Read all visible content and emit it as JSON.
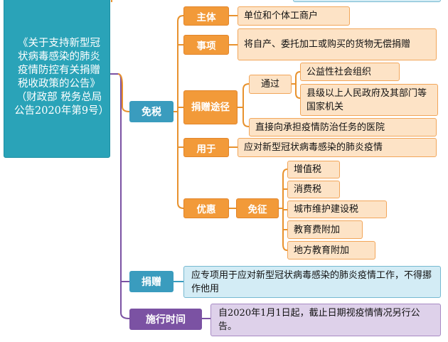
{
  "root": {
    "text": "《关于支持新型冠状病毒感染的肺炎疫情防控有关捐赠税收政策的公告》（财政部 税务总局公告2020年第9号）"
  },
  "branches": {
    "mianshui": {
      "label": "免税"
    },
    "juanzeng": {
      "label": "捐赠",
      "desc": "应专项用于应对新型冠状病毒感染的肺炎疫情工作，不得挪作他用"
    },
    "shixing": {
      "label": "施行时间",
      "desc": "自2020年1月1日起，截止日期视疫情情况另行公告。"
    }
  },
  "mianshui": {
    "zhuti": {
      "label": "主体",
      "value": "单位和个体工商户"
    },
    "shixiang": {
      "label": "事项",
      "value": "将自产、委托加工或购买的货物无偿捐赠"
    },
    "tujing": {
      "label": "捐赠途径",
      "tongguo": {
        "label": "通过",
        "items": [
          "公益性社会组织",
          "县级以上人民政府及其部门等国家机关"
        ]
      },
      "direct": "直接向承担疫情防治任务的医院"
    },
    "yongyu": {
      "label": "用于",
      "value": "应对新型冠状病毒感染的肺炎疫情"
    },
    "youhui": {
      "label": "优惠",
      "mianzheng": {
        "label": "免征",
        "items": [
          "增值税",
          "消费税",
          "城市维护建设税",
          "教育费附加",
          "地方教育附加"
        ]
      }
    }
  }
}
